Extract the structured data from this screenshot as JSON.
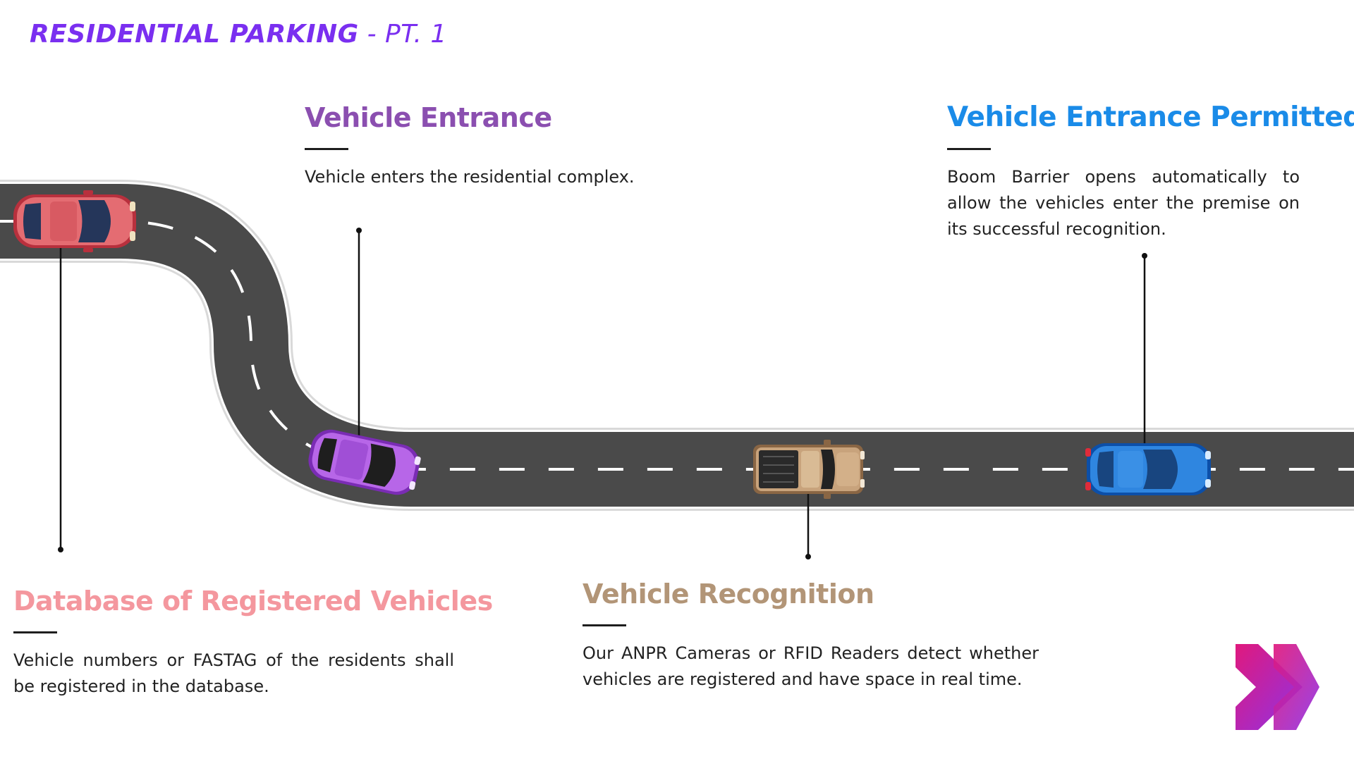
{
  "header": {
    "title_main": "RESIDENTIAL PARKING",
    "title_sep": " - ",
    "title_part": "PT. 1"
  },
  "colors": {
    "title": "#7a2ff0",
    "road": "#4a4a4a",
    "road_edge": "#d9d9d9",
    "lane_marking": "#ffffff",
    "connector": "#111111",
    "entrance": "#8b4fb0",
    "permitted": "#1a8be8",
    "database": "#f4979e",
    "recognition": "#b29577",
    "arrow_gradient": [
      "#e0197d",
      "#8f32e6"
    ]
  },
  "steps": {
    "entrance": {
      "heading": "Vehicle Entrance",
      "text": "Vehicle enters the residential complex.",
      "vehicle": "purple-car-icon"
    },
    "permitted": {
      "heading": "Vehicle Entrance Permitted",
      "text": "Boom Barrier opens automatically to allow the vehicles enter the premise on its successful recognition.",
      "vehicle": "blue-car-icon"
    },
    "database": {
      "heading": "Database of Registered Vehicles",
      "text": "Vehicle numbers or FASTAG of the residents shall be registered in the database.",
      "vehicle": "red-car-icon"
    },
    "recognition": {
      "heading": "Vehicle Recognition",
      "text": "Our ANPR Cameras or RFID Readers detect whether vehicles are registered and have space in real time.",
      "vehicle": "pickup-truck-icon"
    }
  },
  "footer": {
    "icon": "double-chevron-right-icon"
  }
}
